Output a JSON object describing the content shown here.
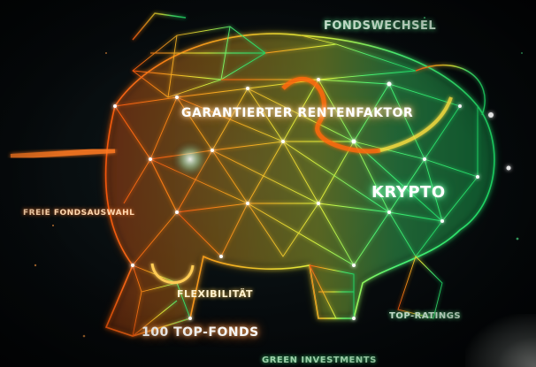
{
  "image": {
    "labels": {
      "fondswechsel": "FONDSWECHSEL",
      "garantierter_rentenfaktor": "GARANTIERTER RENTENFAKTOR",
      "krypto": "KRYPTO",
      "freie_fondsauswahl": "FREIE FONDSAUSWAHL",
      "flexibilitaet": "FLEXIBILITÄT",
      "top_fonds": "100 TOP-FONDS",
      "top_ratings": "TOP-RATINGS",
      "green_investments": "GREEN INVESTMENTS"
    },
    "colors": {
      "orange": "#ff7a1a",
      "yellow": "#ffd23a",
      "green": "#3dff7a",
      "white_glow": "#ffffff",
      "background": "#04070a"
    },
    "subject_icon": "wireframe-bull"
  }
}
